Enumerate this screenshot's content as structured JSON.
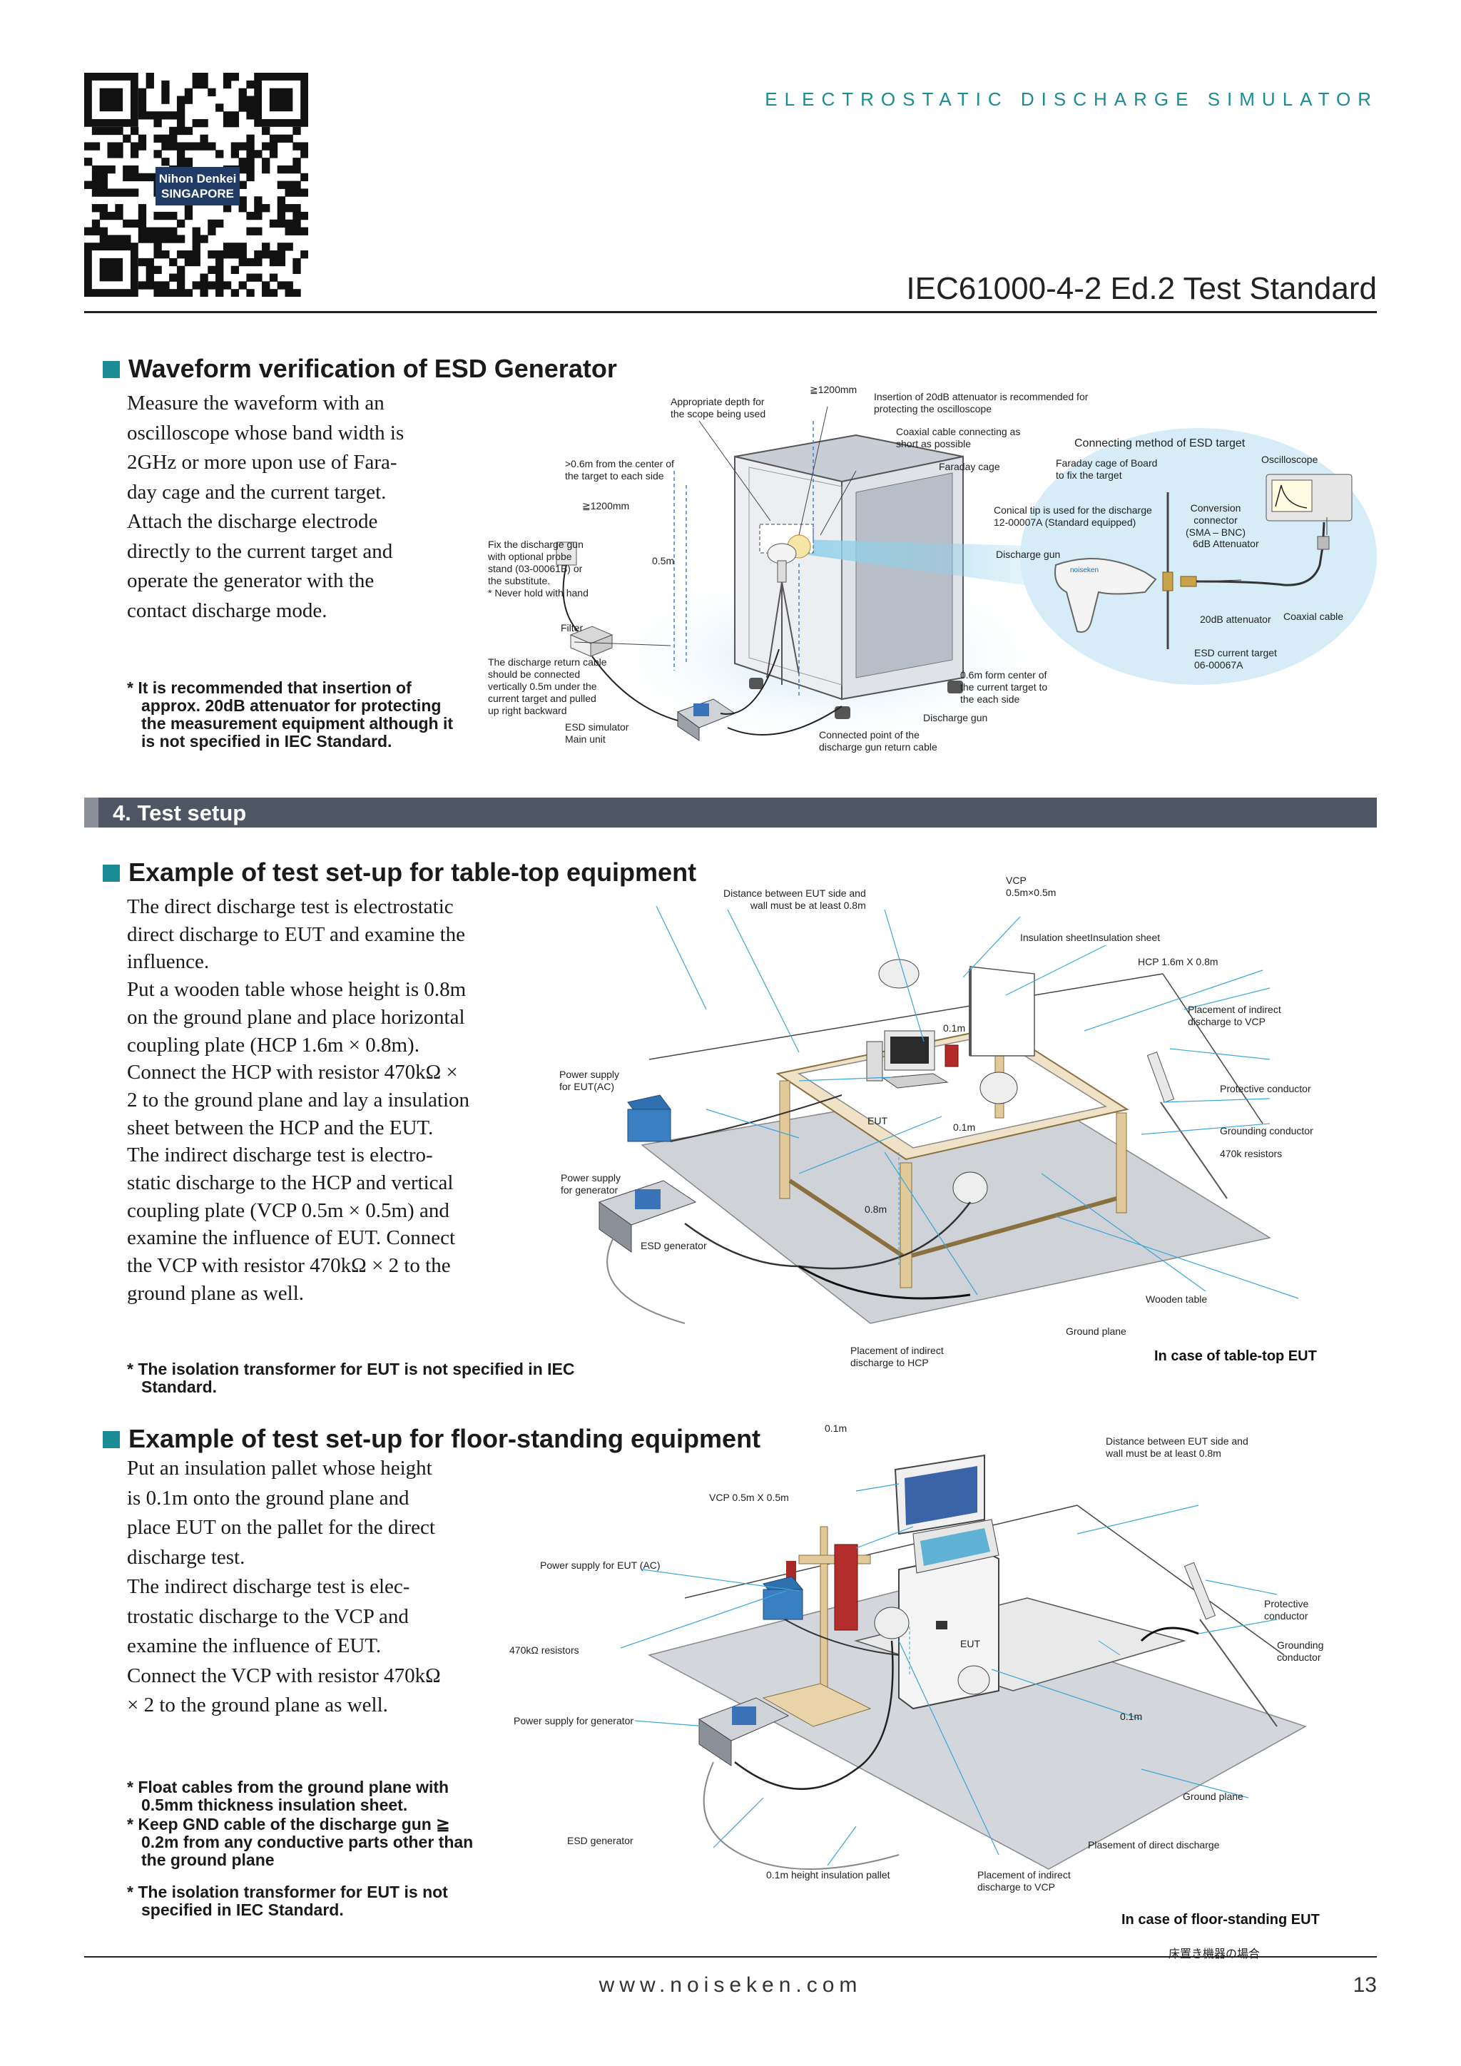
{
  "header": {
    "qr_badge_line1": "Nihon Denkei",
    "qr_badge_line2": "SINGAPORE",
    "brand": "ELECTROSTATIC DISCHARGE SIMULATOR",
    "standard_title": "IEC61000-4-2 Ed.2 Test Standard"
  },
  "waveform": {
    "heading": "Waveform verification of ESD Generator",
    "body": "Measure the waveform with an\noscilloscope whose band width is\n2GHz or more upon use of Fara-\nday cage and the current target.\nAttach the discharge electrode\ndirectly to the current target and\noperate the generator with the\ncontact discharge mode.",
    "note": "* It is recommended that insertion of approx. 20dB attenuator for protecting the measurement equipment although it is not specified in IEC Standard.",
    "labels": {
      "height_1200_top": "≧1200mm",
      "insertion_attenuator": "Insertion of 20dB attenuator is recommended for\nprotecting the oscilloscope",
      "appropriate_depth": "Appropriate depth for\nthe scope being used",
      "coaxial_short": "Coaxial cable connecting as\nshort as possible",
      "faraday_cage": "Faraday cage",
      "from_center": ">0.6m from the center of\nthe target to each side",
      "height_1200_side": "≧1200mm",
      "fix_gun": "Fix the discharge gun\nwith optional probe\nstand (03-00061B) or\nthe substitute.\n* Never hold with hand",
      "half_m": "0.5m",
      "filter": "Filter",
      "return_cable": "The discharge return cable\nshould be connected\nvertically 0.5m under the\ncurrent target and pulled\nup right backward",
      "esd_sim": "ESD simulator\nMain unit",
      "form_center": "0.6m form center of\nthe current target to\nthe each side",
      "discharge_gun_bottom": "Discharge gun",
      "connected_point": "Connected point of the\ndischarge gun return cable",
      "connecting_method": "Connecting method of ESD target",
      "oscilloscope": "Oscilloscope",
      "faraday_board": "Faraday cage of Board\nto fix the target",
      "conical_tip": "Conical tip is used for the discharge\n12-00007A (Standard equipped)",
      "conversion": "Conversion\nconnector\n(SMA – BNC)",
      "six_db": "6dB Attenuator",
      "discharge_gun_inset": "Discharge gun",
      "twenty_db": "20dB attenuator",
      "coaxial_cable": "Coaxial cable",
      "current_target": "ESD current target\n06-00067A",
      "gun_brand": "noiseken"
    }
  },
  "section_band": "4. Test setup",
  "tabletop": {
    "heading": "Example of test set-up for table-top equipment",
    "body": "The direct discharge test is electrostatic\ndirect discharge to EUT and examine the\ninfluence.\nPut a wooden table whose height is 0.8m\non the ground plane and place horizontal\ncoupling plate (HCP 1.6m × 0.8m).\nConnect the HCP with resistor 470kΩ ×\n2 to the ground plane and lay a insulation\nsheet  between the HCP and the EUT.\nThe indirect discharge test is electro-\nstatic discharge to the HCP and vertical\ncoupling plate (VCP 0.5m × 0.5m) and\nexamine the influence of EUT.  Connect\nthe VCP with resistor 470kΩ × 2 to the\nground plane as well.",
    "note": "* The isolation transformer for EUT is not specified in IEC Standard.",
    "caption": "In case of table-top EUT",
    "labels": {
      "distance_wall": "Distance between EUT side and\nwall must be at least 0.8m",
      "vcp": "VCP\n0.5m×0.5m",
      "insulation_sheet": "Insulation sheetInsulation sheet",
      "hcp": "HCP 1.6m X 0.8m",
      "indirect_vcp": "Placement of indirect\ndischarge to VCP",
      "point1_top": "0.1m",
      "power_eut": "Power supply\nfor EUT(AC)",
      "protective": "Protective conductor",
      "eut": "EUT",
      "point1_mid": "0.1m",
      "grounding": "Grounding conductor",
      "resistors": "470k  resistors",
      "power_gen": "Power supply\nfor generator",
      "height": "0.8m",
      "esd_gen": "ESD generator",
      "wooden_table": "Wooden table",
      "ground_plane": "Ground plane",
      "indirect_hcp": "Placement of indirect\ndischarge to HCP"
    }
  },
  "floorstanding": {
    "heading": "Example of test set-up for floor-standing equipment",
    "body": "Put an insulation pallet whose height\nis 0.1m onto the ground plane and\nplace EUT on the pallet for the direct\ndischarge test.\nThe indirect discharge test is elec-\ntrostatic discharge to the VCP and\nexamine the influence of EUT.\nConnect the VCP with resistor 470kΩ\n× 2 to the ground plane as well.",
    "notes": [
      "* Float cables from the ground plane with 0.5mm thickness insulation sheet.",
      "* Keep GND cable of the discharge gun ≧ 0.2m from any conductive parts other than the ground plane",
      "* The isolation transformer for EUT is not specified in IEC Standard."
    ],
    "caption": "In case of floor-standing EUT",
    "caption_jp": "床置き機器の場合",
    "labels": {
      "point1_top": "0.1m",
      "distance_wall": "Distance between EUT side and\nwall must be at least 0.8m",
      "vcp": "VCP 0.5m X 0.5m",
      "power_eut": "Power supply for EUT (AC)",
      "protective": "Protective\nconductor",
      "resistors": "470kΩ resistors",
      "eut": "EUT",
      "grounding": "Grounding\nconductor",
      "power_gen": "Power supply for generator",
      "point1_side": "0.1m",
      "ground_plane": "Ground plane",
      "esd_gen": "ESD generator",
      "direct": "Plasement of direct discharge",
      "pallet": "0.1m height insulation pallet",
      "indirect_vcp": "Placement of indirect\ndischarge to VCP"
    }
  },
  "footer": {
    "url": "www.noiseken.com",
    "page_number": "13"
  },
  "colors": {
    "accent_teal": "#1b8c95",
    "band_gray": "#4e5563",
    "inset_blue": "#d6ecf7",
    "qr_badge": "#1f3b66"
  }
}
